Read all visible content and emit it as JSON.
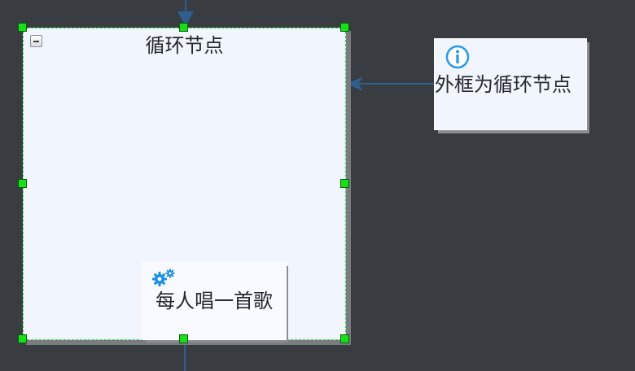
{
  "loop_node": {
    "title": "循环节点",
    "collapse_symbol": "minus",
    "border_color": "#38d438",
    "fill_color": "#f0f5fe"
  },
  "task_node": {
    "label": "每人唱一首歌",
    "icon": "gears-icon",
    "icon_color": "#1e8fe0"
  },
  "annotation": {
    "text": "外框为循环节点",
    "icon": "info-icon",
    "icon_color": "#2a9ae6"
  },
  "colors": {
    "background": "#393c40",
    "connector": "#2e5f8f",
    "handle": "#16e016"
  }
}
